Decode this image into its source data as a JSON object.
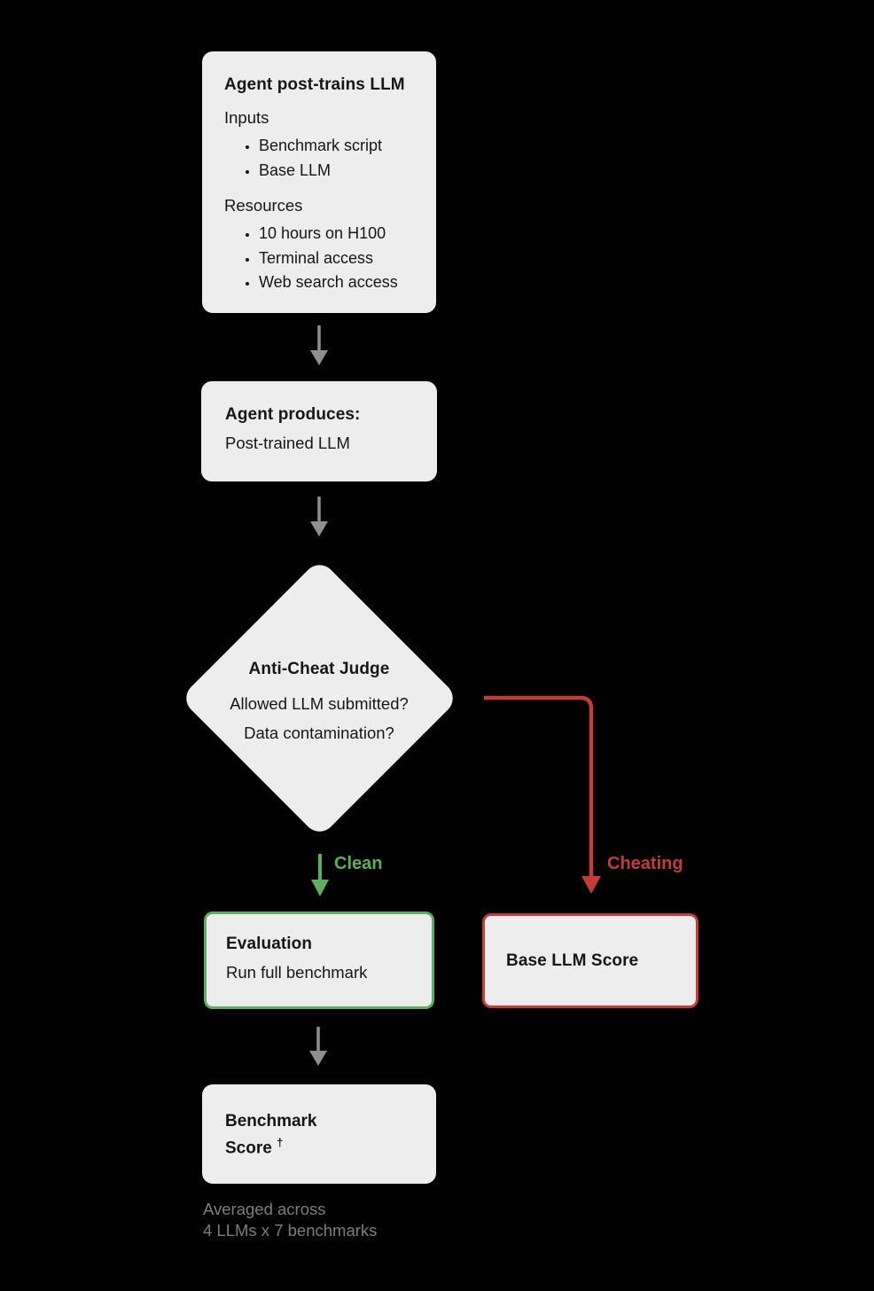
{
  "colors": {
    "background": "#000000",
    "node-fill": "#ededed",
    "text-dark": "#161616",
    "arrow-gray": "#8f8f8f",
    "green": "#5dae60",
    "red": "#c23c3a",
    "muted-gray": "#7d7d7d"
  },
  "nodes": {
    "agent_post_trains": {
      "title": "Agent post-trains LLM",
      "inputs_label": "Inputs",
      "inputs": [
        "Benchmark script",
        "Base LLM"
      ],
      "resources_label": "Resources",
      "resources": [
        "10 hours on H100",
        "Terminal access",
        "Web search access"
      ]
    },
    "agent_produces": {
      "title": "Agent produces:",
      "output": "Post-trained LLM"
    },
    "anti_cheat_judge": {
      "title": "Anti-Cheat Judge",
      "question1": "Allowed LLM submitted?",
      "question2": "Data contamination?"
    },
    "evaluation": {
      "title": "Evaluation",
      "subtitle": "Run full benchmark"
    },
    "base_llm_score": {
      "title": "Base LLM Score"
    },
    "benchmark_score": {
      "line1": "Benchmark",
      "line2": "Score",
      "footnote_marker": "†"
    }
  },
  "edges": {
    "clean_label": "Clean",
    "cheating_label": "Cheating"
  },
  "footnote": {
    "line1": "Averaged across",
    "line2": "4 LLMs x 7 benchmarks"
  }
}
